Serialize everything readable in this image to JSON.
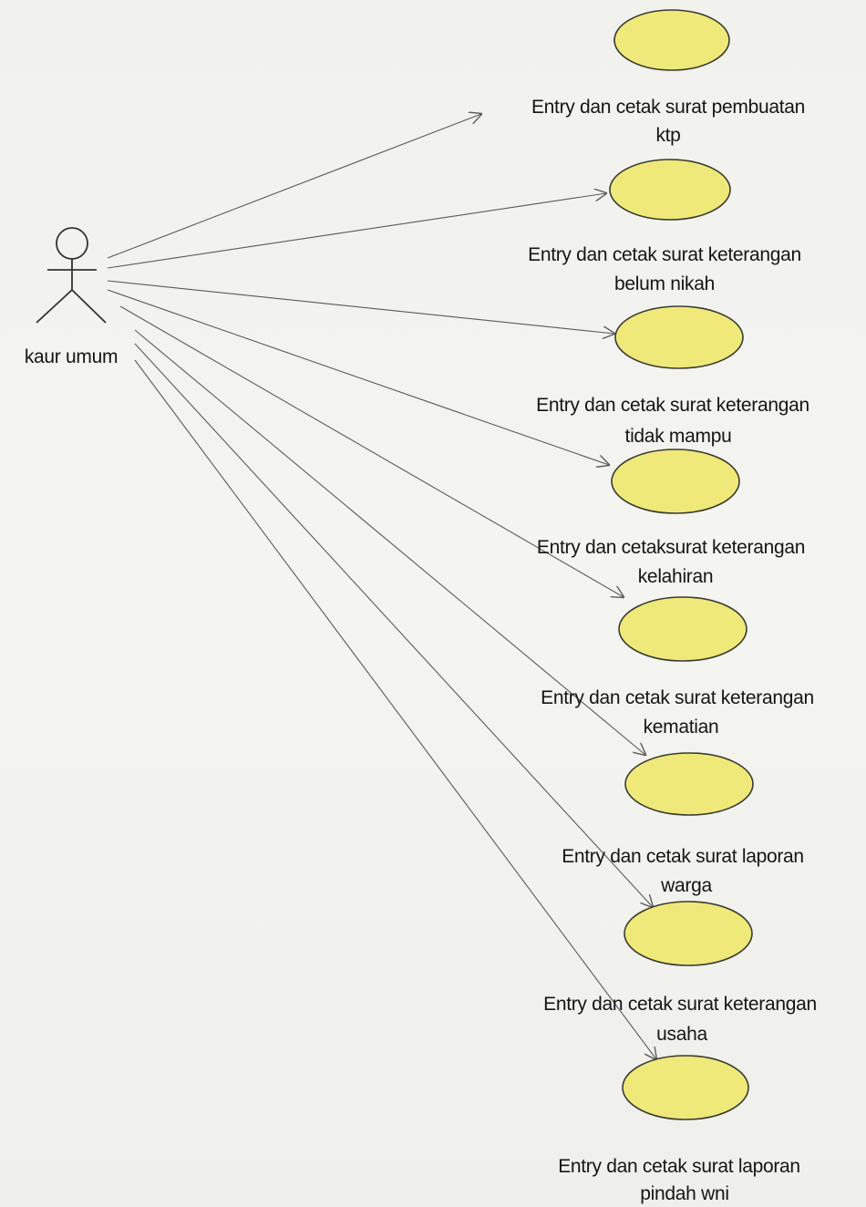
{
  "diagram": {
    "actor": {
      "name": "kaur umum"
    },
    "use_cases": [
      {
        "line1": "Entry dan cetak surat pembuatan",
        "line2": "ktp"
      },
      {
        "line1": "Entry dan cetak surat keterangan",
        "line2": "belum nikah"
      },
      {
        "line1": "Entry dan cetak surat keterangan",
        "line2": "tidak mampu"
      },
      {
        "line1": "Entry dan cetaksurat keterangan",
        "line2": "kelahiran"
      },
      {
        "line1": "Entry dan cetak surat keterangan",
        "line2": "kematian"
      },
      {
        "line1": "Entry dan cetak surat laporan",
        "line2": "warga"
      },
      {
        "line1": "Entry dan cetak surat keterangan",
        "line2": "usaha"
      },
      {
        "line1": "Entry dan cetak surat laporan",
        "line2": "pindah wni"
      }
    ],
    "colors": {
      "usecase_fill": "#efe97a",
      "usecase_stroke": "#3a3a30",
      "line": "#5a5a5a"
    }
  }
}
